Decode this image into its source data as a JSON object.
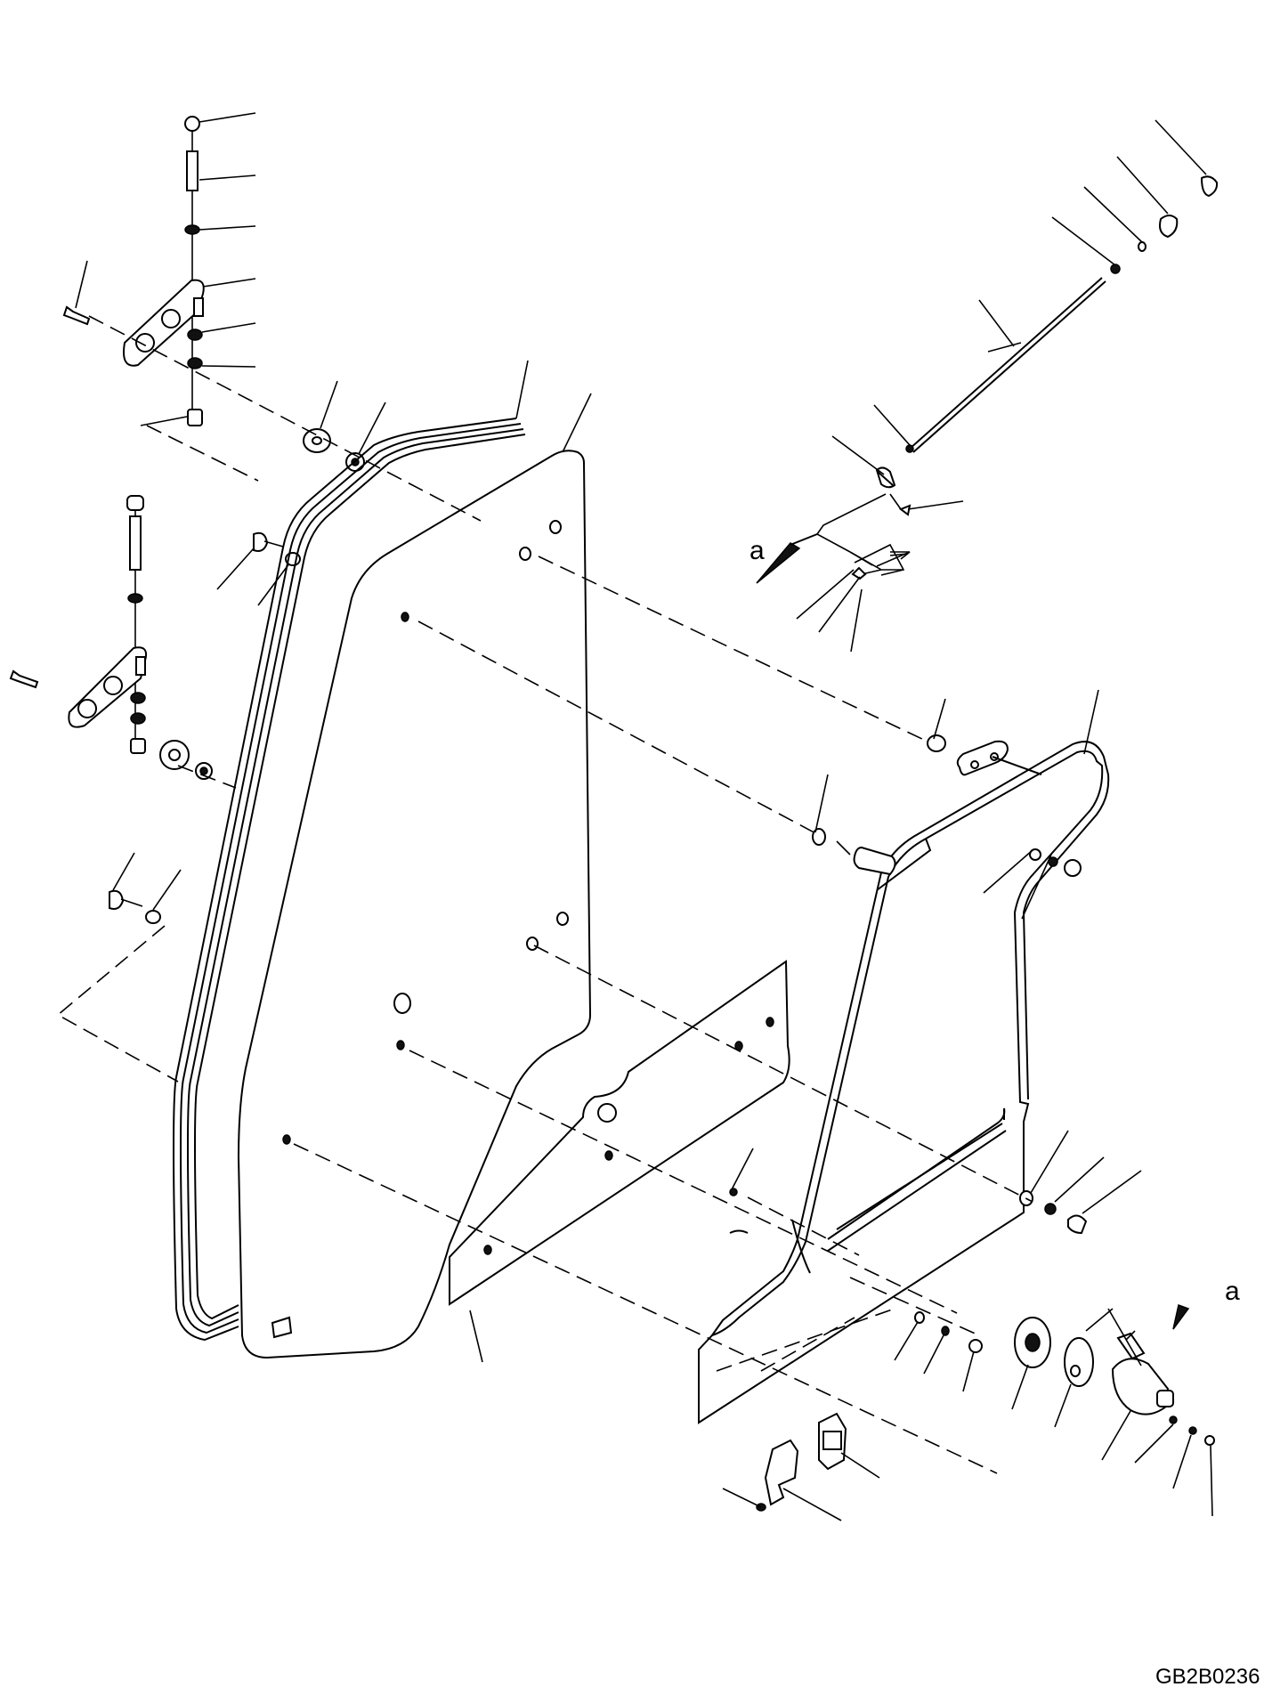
{
  "diagram": {
    "drawing_code": "GB2B0236",
    "view_marks": [
      "a",
      "a"
    ]
  }
}
